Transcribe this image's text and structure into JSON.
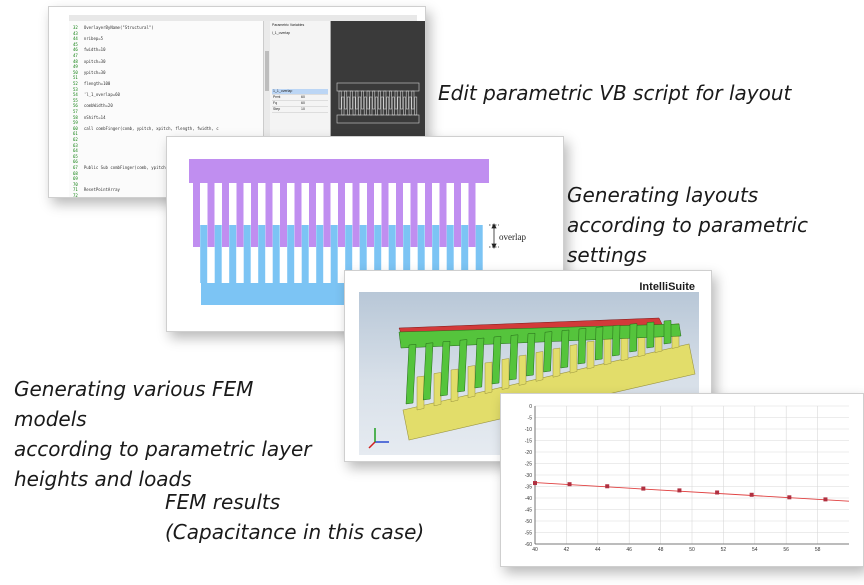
{
  "captions": {
    "edit": [
      "Edit parametric VB script for layout"
    ],
    "generating_layouts": [
      "Generating layouts",
      "according to parametric",
      "settings"
    ],
    "fem_models": [
      "Generating various FEM",
      "models",
      "according to parametric layer",
      "heights and loads"
    ],
    "fem_results": [
      "FEM results",
      "(Capacitance in this case)"
    ]
  },
  "editor": {
    "code_lines": [
      {
        "n": "32",
        "t": "OverlayerByName(\"Structural\")"
      },
      {
        "n": "43",
        "t": ""
      },
      {
        "n": "44",
        "t": "nribep=5"
      },
      {
        "n": "45",
        "t": ""
      },
      {
        "n": "46",
        "t": "fwidth=10"
      },
      {
        "n": "47",
        "t": ""
      },
      {
        "n": "48",
        "t": "xpitch=30"
      },
      {
        "n": "49",
        "t": ""
      },
      {
        "n": "50",
        "t": "ypitch=30"
      },
      {
        "n": "51",
        "t": ""
      },
      {
        "n": "52",
        "t": "flength=100"
      },
      {
        "n": "53",
        "t": ""
      },
      {
        "n": "54",
        "t": "'l_1_overlap=60"
      },
      {
        "n": "55",
        "t": ""
      },
      {
        "n": "56",
        "t": "combWidth=20"
      },
      {
        "n": "57",
        "t": ""
      },
      {
        "n": "58",
        "t": "nShift=14"
      },
      {
        "n": "59",
        "t": ""
      },
      {
        "n": "60",
        "t": "call  combFinger(comb,  ypitch,  xpitch,  flength,  fwidth,  c"
      },
      {
        "n": "61",
        "t": ""
      },
      {
        "n": "62",
        "t": ""
      },
      {
        "n": "63",
        "t": ""
      },
      {
        "n": "64",
        "t": ""
      },
      {
        "n": "65",
        "t": ""
      },
      {
        "n": "66",
        "t": ""
      },
      {
        "n": "67",
        "t": "Public Sub combFinger(comb,  ypitch,  xp"
      },
      {
        "n": "68",
        "t": ""
      },
      {
        "n": "69",
        "t": ""
      },
      {
        "n": "70",
        "t": ""
      },
      {
        "n": "71",
        "t": "ResetPointArray"
      },
      {
        "n": "72",
        "t": ""
      }
    ],
    "params_title": "Parametric Variables",
    "params_tag": "l_1_overlap",
    "param_rows": [
      {
        "k": "1_1_overlap",
        "v": "",
        "selected": true
      },
      {
        "k": "Prmt",
        "v": "60",
        "selected": false
      },
      {
        "k": "Fq",
        "v": "60",
        "selected": false
      },
      {
        "k": "Step",
        "v": "10",
        "selected": false
      }
    ]
  },
  "layout_card": {
    "annotation": "overlap",
    "fingers": 20
  },
  "fem_card": {
    "brand": "IntelliSuite"
  },
  "chart_data": {
    "type": "line",
    "title": "",
    "xlabel": "",
    "ylabel": "",
    "x_ticks": [
      "40",
      "42",
      "44",
      "46",
      "48",
      "50",
      "52",
      "54",
      "56",
      "58"
    ],
    "y_ticks": [
      "0",
      "-5",
      "-10",
      "-15",
      "-20",
      "-25",
      "-30",
      "-35",
      "-40",
      "-45",
      "-50",
      "-55",
      "-60"
    ],
    "xlim": [
      40,
      60
    ],
    "ylim": [
      -60,
      0
    ],
    "series": [
      {
        "points": [
          [
            40,
            -33.5
          ],
          [
            42.2,
            -34.0
          ],
          [
            44.6,
            -34.9
          ],
          [
            46.9,
            -35.9
          ],
          [
            49.2,
            -36.7
          ],
          [
            51.6,
            -37.6
          ],
          [
            53.8,
            -38.6
          ],
          [
            56.2,
            -39.7
          ],
          [
            58.5,
            -40.6
          ]
        ]
      }
    ],
    "trend": [
      [
        40,
        -33.3
      ],
      [
        60,
        -41.4
      ]
    ],
    "colors": {
      "series": "#b03040",
      "trend": "#e04040"
    }
  }
}
